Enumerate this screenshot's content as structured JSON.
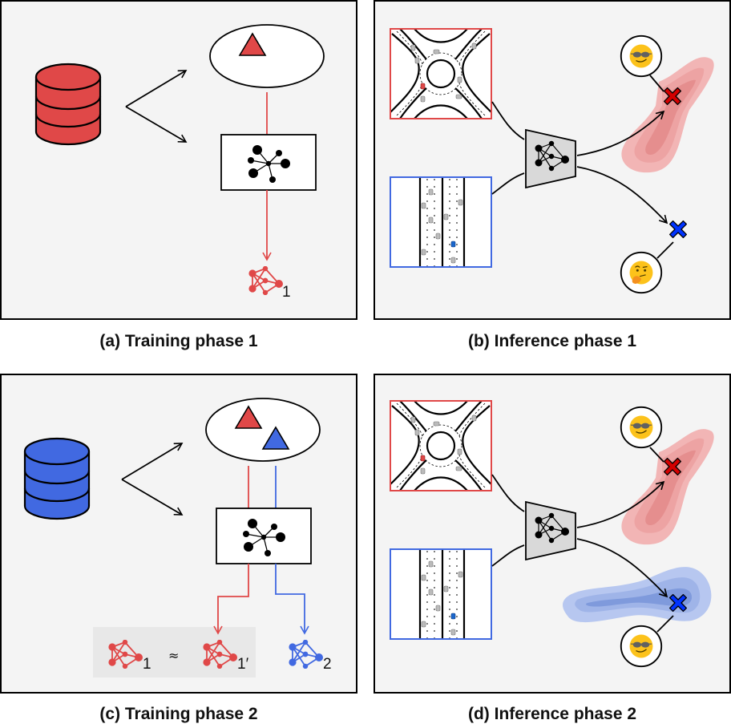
{
  "figure": {
    "panels": [
      {
        "id": "a",
        "caption": "(a) Training phase 1"
      },
      {
        "id": "b",
        "caption": "(b) Inference phase 1"
      },
      {
        "id": "c",
        "caption": "(c) Training phase 2"
      },
      {
        "id": "d",
        "caption": "(d) Inference phase 2"
      }
    ],
    "colors": {
      "task1": "#e04848",
      "task2": "#4169e1",
      "panel_bg": "#f4f4f4",
      "encoder_fill": "#d9d9d9",
      "pred_cross_red": "#d40000",
      "pred_cross_blue": "#0033ff",
      "emoji_yellow": "#fcc21b"
    },
    "training1": {
      "database_icon": "database-icon",
      "model_icon": "hub-network-icon",
      "output_network_label": "1"
    },
    "training2": {
      "database_icon": "database-icon",
      "model_icon": "hub-network-icon",
      "net1_label": "1",
      "approx_symbol": "≈",
      "net1prime_label": "1′",
      "net2_label": "2"
    },
    "inference1": {
      "scene_top": "roundabout-scene",
      "scene_bottom": "highway-scene",
      "encoder_icon": "encoder-network-icon",
      "top_emoji": "sunglasses-face-emoji",
      "bottom_emoji": "thinking-face-emoji"
    },
    "inference2": {
      "scene_top": "roundabout-scene",
      "scene_bottom": "highway-scene",
      "encoder_icon": "encoder-network-icon",
      "top_emoji": "sunglasses-face-emoji",
      "bottom_emoji": "sunglasses-face-emoji"
    }
  }
}
